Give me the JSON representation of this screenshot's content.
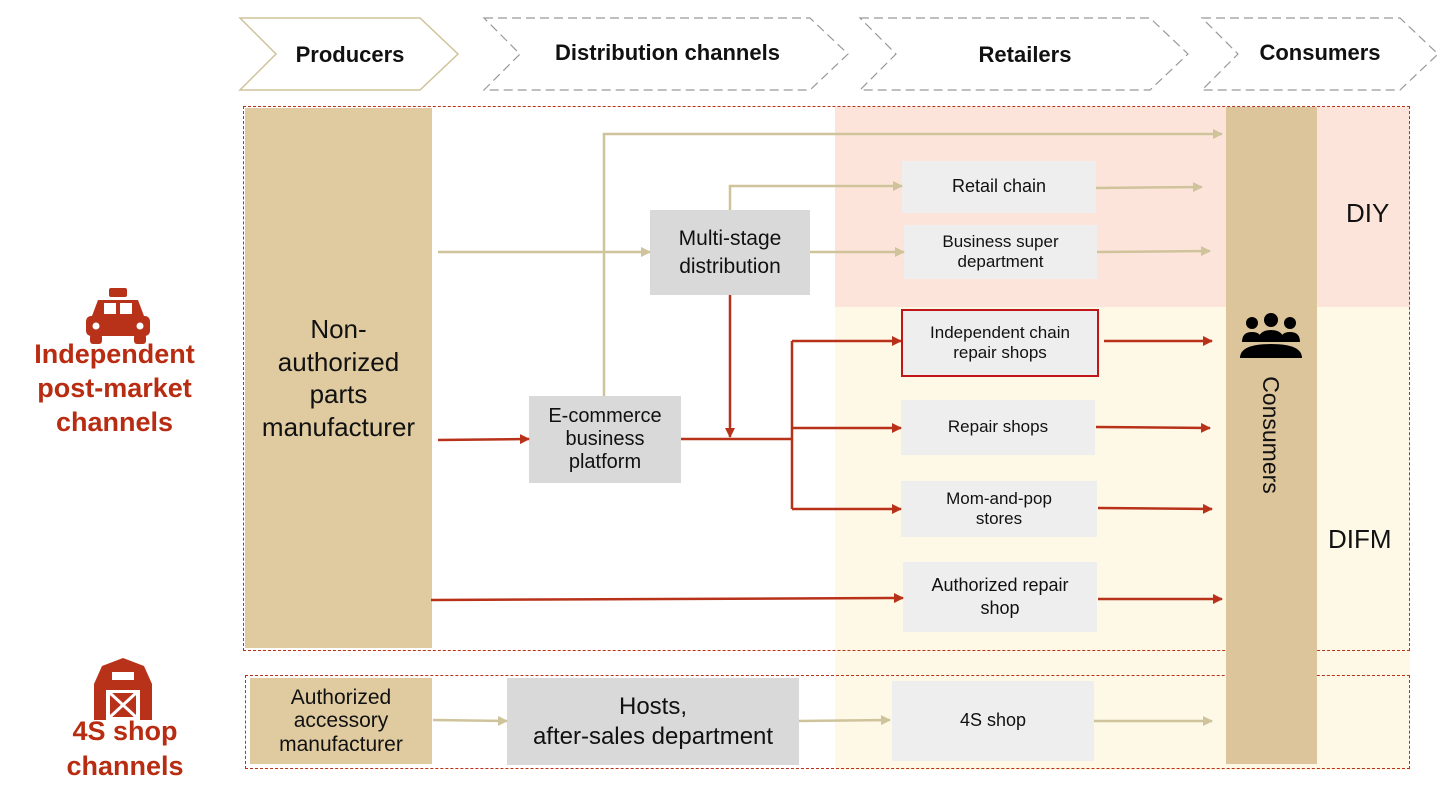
{
  "headers": [
    "Producers",
    "Distribution channels",
    "Retailers",
    "Consumers"
  ],
  "producers": {
    "non_authorized": "Non-\nauthorized\nparts\nmanufacturer",
    "authorized": "Authorized\naccessory\nmanufacturer"
  },
  "distribution": {
    "multi_stage": "Multi-stage\ndistribution",
    "ecommerce": "E-commerce\nbusiness\nplatform",
    "hosts": "Hosts,\nafter-sales department"
  },
  "retailers": {
    "retail_chain": "Retail chain",
    "business_super": "Business super\ndepartment",
    "independent_chain": "Independent chain\nrepair shops",
    "repair_shops": "Repair shops",
    "mom_and_pop": "Mom-and-pop\nstores",
    "authorized_repair": "Authorized repair\nshop",
    "four_s": "4S shop"
  },
  "consumers_label": "Consumers",
  "zones": {
    "diy": "DIY",
    "difm": "DIFM"
  },
  "channels": {
    "independent": "Independent\npost-market\nchannels",
    "four_s": "4S shop\nchannels"
  },
  "colors": {
    "accent_red": "#b82c12",
    "tan": "#e0cba0",
    "diy_bg": "#fde4da",
    "difm_bg": "#fef8e6",
    "arrow_tan": "#cfc39b",
    "arrow_red": "#b8321a"
  },
  "icons": [
    "car-icon",
    "barn-icon",
    "people-icon"
  ]
}
